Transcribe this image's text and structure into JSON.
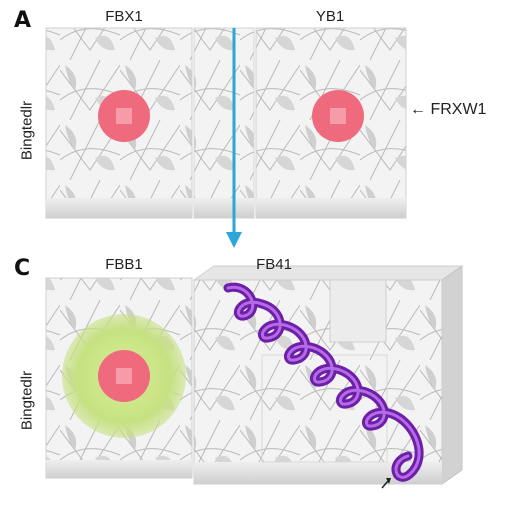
{
  "panels": {
    "a": {
      "letter": "A",
      "title_left": "FBX1",
      "title_right": "YB1",
      "side_label": "Bingtedlr"
    },
    "c": {
      "letter": "C",
      "title_left": "FBB1",
      "title_right": "FB41",
      "side_label": "Bingtedlr"
    }
  },
  "callout": {
    "text": "← FRXW1"
  },
  "colors": {
    "marker": "#f06a7e",
    "halo": "#c8e48a",
    "helix": "#8b2fc9",
    "arrow": "#2aa7d6",
    "frame": "#d4d4d4"
  },
  "icons": [
    "down-arrow-icon",
    "small-pointer-icon"
  ]
}
